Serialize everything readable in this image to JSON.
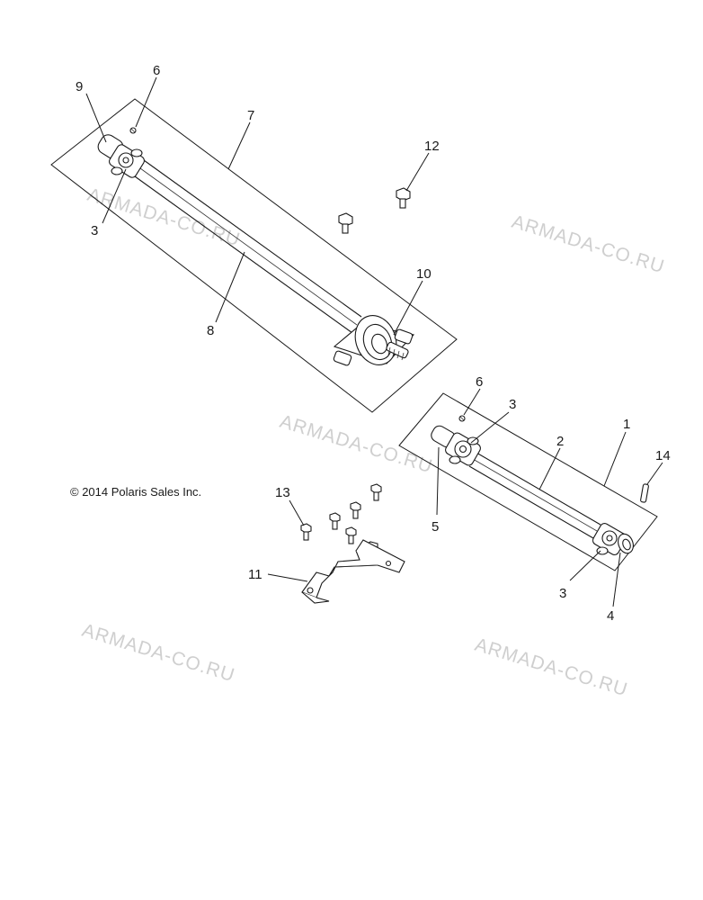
{
  "copyright": "© 2014 Polaris Sales Inc.",
  "watermark": "ARMADA-CO.RU",
  "callouts": {
    "upper_9": "9",
    "upper_6": "6",
    "upper_7": "7",
    "upper_12": "12",
    "upper_3": "3",
    "upper_10": "10",
    "upper_8": "8",
    "lower_6": "6",
    "lower_3_top": "3",
    "lower_1": "1",
    "lower_2": "2",
    "lower_14": "14",
    "lower_5": "5",
    "lower_3_bottom": "3",
    "lower_4": "4",
    "bracket_13": "13",
    "bracket_11": "11"
  },
  "colors": {
    "line": "#1a1a1a",
    "watermark": "#cfcfcf",
    "background": "#ffffff"
  }
}
